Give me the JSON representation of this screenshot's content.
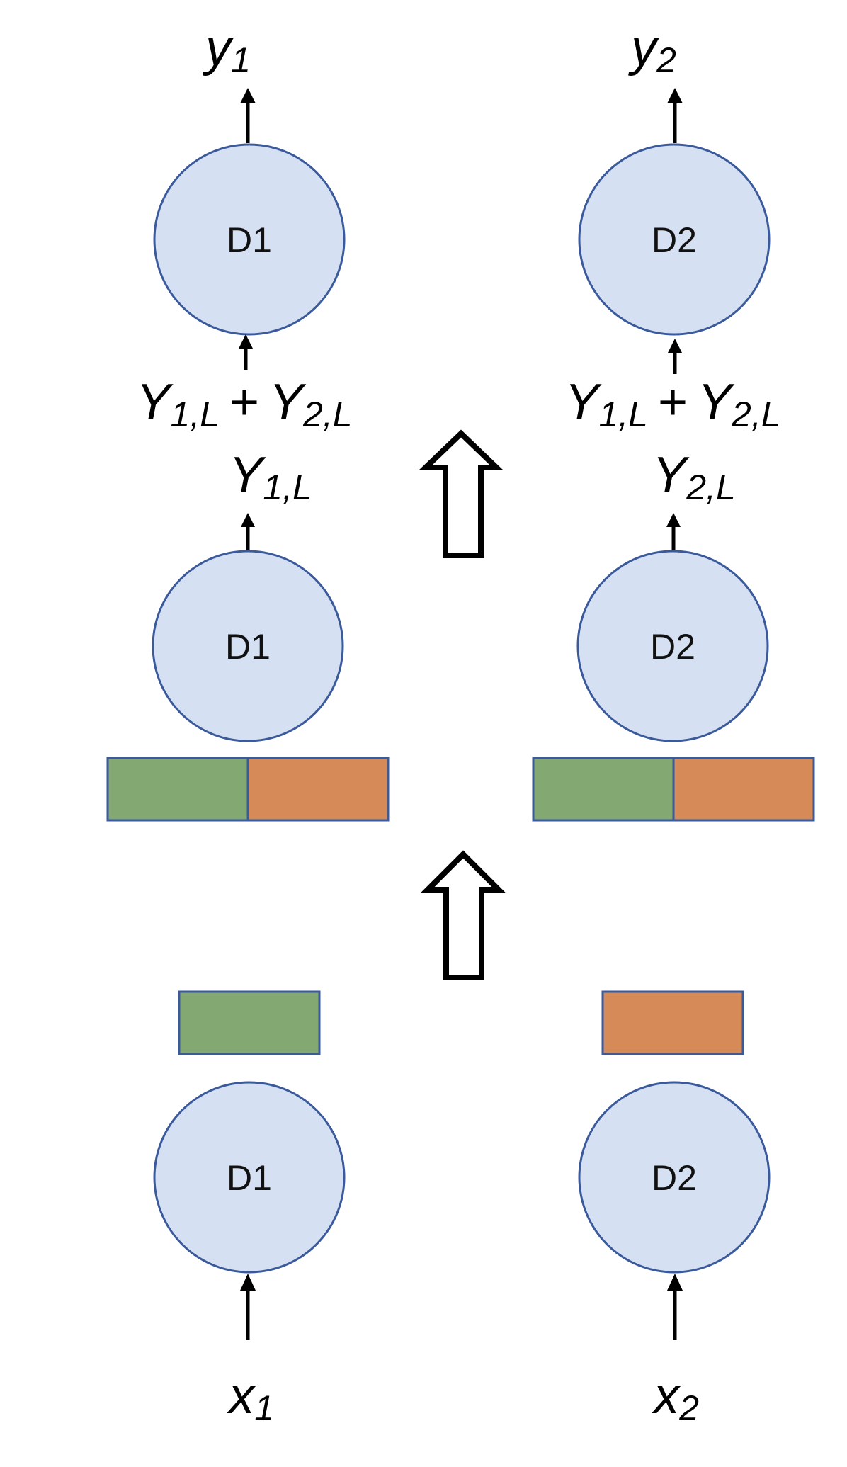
{
  "nodes": {
    "d1_top": "D1",
    "d2_top": "D2",
    "d1_mid": "D1",
    "d2_mid": "D2",
    "d1_bottom": "D1",
    "d2_bottom": "D2"
  },
  "outputs": {
    "left": {
      "base": "y",
      "sub": "1"
    },
    "right": {
      "base": "y",
      "sub": "2"
    }
  },
  "sums": {
    "left": {
      "a_base": "Y",
      "a_sub": "1,L",
      "plus": "+",
      "b_base": "Y",
      "b_sub": "2,L"
    },
    "right": {
      "a_base": "Y",
      "a_sub": "1,L",
      "plus": "+",
      "b_base": "Y",
      "b_sub": "2,L"
    }
  },
  "latents": {
    "left": {
      "base": "Y",
      "sub": "1,L"
    },
    "right": {
      "base": "Y",
      "sub": "2,L"
    }
  },
  "inputs": {
    "left": {
      "base": "x",
      "sub": "1"
    },
    "right": {
      "base": "x",
      "sub": "2"
    }
  },
  "colors": {
    "node_fill": "#d6e0f3",
    "node_stroke": "#3a5a9c",
    "green_block": "#84a871",
    "orange_block": "#d68a58"
  }
}
